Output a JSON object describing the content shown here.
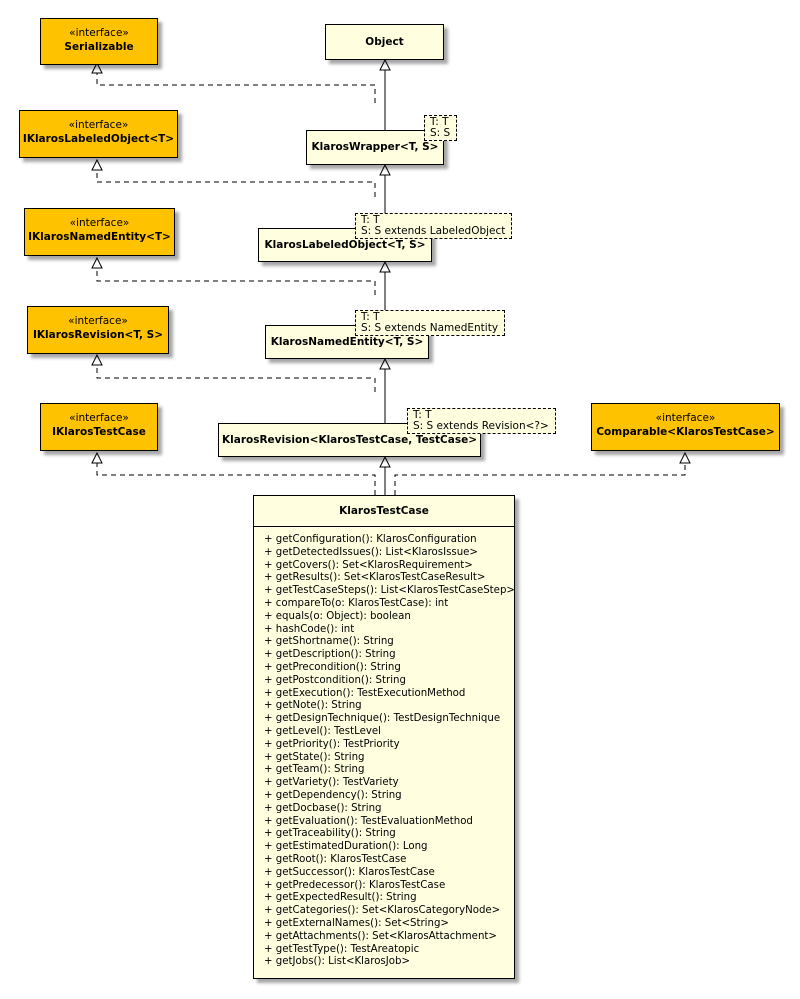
{
  "stereotype": "«interface»",
  "interfaces": {
    "serializable": "Serializable",
    "labeled_object": "IKlarosLabeledObject<T>",
    "named_entity": "IKlarosNamedEntity<T>",
    "revision": "IKlarosRevision<T, S>",
    "test_case": "IKlarosTestCase",
    "comparable": "Comparable<KlarosTestCase>"
  },
  "classes": {
    "object": "Object",
    "wrapper": "KlarosWrapper<T, S>",
    "labeled_object": "KlarosLabeledObject<T, S>",
    "named_entity": "KlarosNamedEntity<T, S>",
    "revision": "KlarosRevision<KlarosTestCase, TestCase>"
  },
  "template_params": {
    "wrapper": [
      "T: T",
      "S: S"
    ],
    "labeled_object": [
      "T: T",
      "S: S extends LabeledObject"
    ],
    "named_entity": [
      "T: T",
      "S: S extends NamedEntity"
    ],
    "revision": [
      "T: T",
      "S: S extends Revision<?>"
    ]
  },
  "main_class": {
    "name": "KlarosTestCase",
    "methods": [
      "+ getConfiguration(): KlarosConfiguration",
      "+ getDetectedIssues(): List<KlarosIssue>",
      "+ getCovers(): Set<KlarosRequirement>",
      "+ getResults(): Set<KlarosTestCaseResult>",
      "+ getTestCaseSteps(): List<KlarosTestCaseStep>",
      "+ compareTo(o: KlarosTestCase): int",
      "+ equals(o: Object): boolean",
      "+ hashCode(): int",
      "+ getShortname(): String",
      "+ getDescription(): String",
      "+ getPrecondition(): String",
      "+ getPostcondition(): String",
      "+ getExecution(): TestExecutionMethod",
      "+ getNote(): String",
      "+ getDesignTechnique(): TestDesignTechnique",
      "+ getLevel(): TestLevel",
      "+ getPriority(): TestPriority",
      "+ getState(): String",
      "+ getTeam(): String",
      "+ getVariety(): TestVariety",
      "+ getDependency(): String",
      "+ getDocbase(): String",
      "+ getEvaluation(): TestEvaluationMethod",
      "+ getTraceability(): String",
      "+ getEstimatedDuration(): Long",
      "+ getRoot(): KlarosTestCase",
      "+ getSuccessor(): KlarosTestCase",
      "+ getPredecessor(): KlarosTestCase",
      "+ getExpectedResult(): String",
      "+ getCategories(): Set<KlarosCategoryNode>",
      "+ getExternalNames(): Set<String>",
      "+ getAttachments(): Set<KlarosAttachment>",
      "+ getTestType(): TestAreatopic",
      "+ getJobs(): List<KlarosJob>"
    ]
  }
}
